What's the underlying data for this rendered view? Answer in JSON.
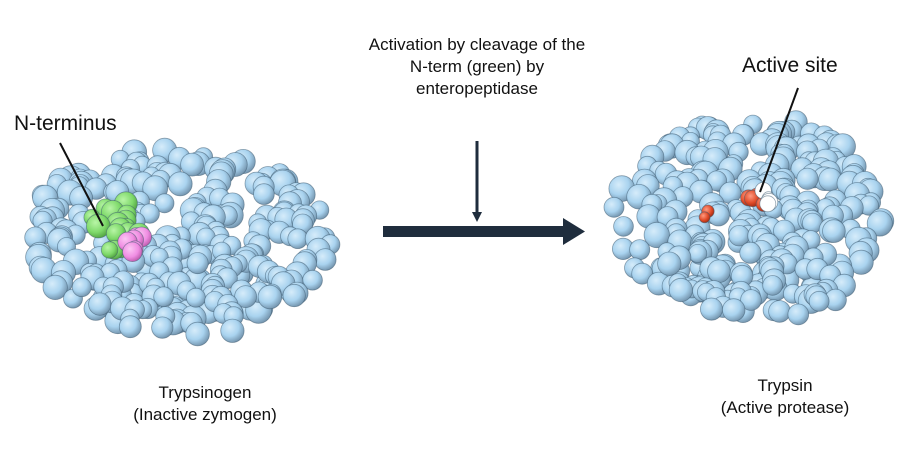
{
  "activation_caption": {
    "line1": "Activation by cleavage of the",
    "line2": "N-term (green) by",
    "line3": "enteropeptidase"
  },
  "left_protein": {
    "pointer_label": "N-terminus",
    "name": "Trypsinogen",
    "subtitle": "(Inactive zymogen)"
  },
  "right_protein": {
    "pointer_label": "Active site",
    "name": "Trypsin",
    "subtitle": "(Active protease)"
  },
  "colors": {
    "atom_fill": "#a9d3ef",
    "atom_shade": "#6f8fa8",
    "atom_edge": "#3d5a70",
    "n_terminus_green": "#7ed96a",
    "n_terminus_pink": "#f08ee3",
    "active_site_red": "#e04a28",
    "active_site_white": "#ffffff",
    "arrow": "#1f2d3d"
  }
}
